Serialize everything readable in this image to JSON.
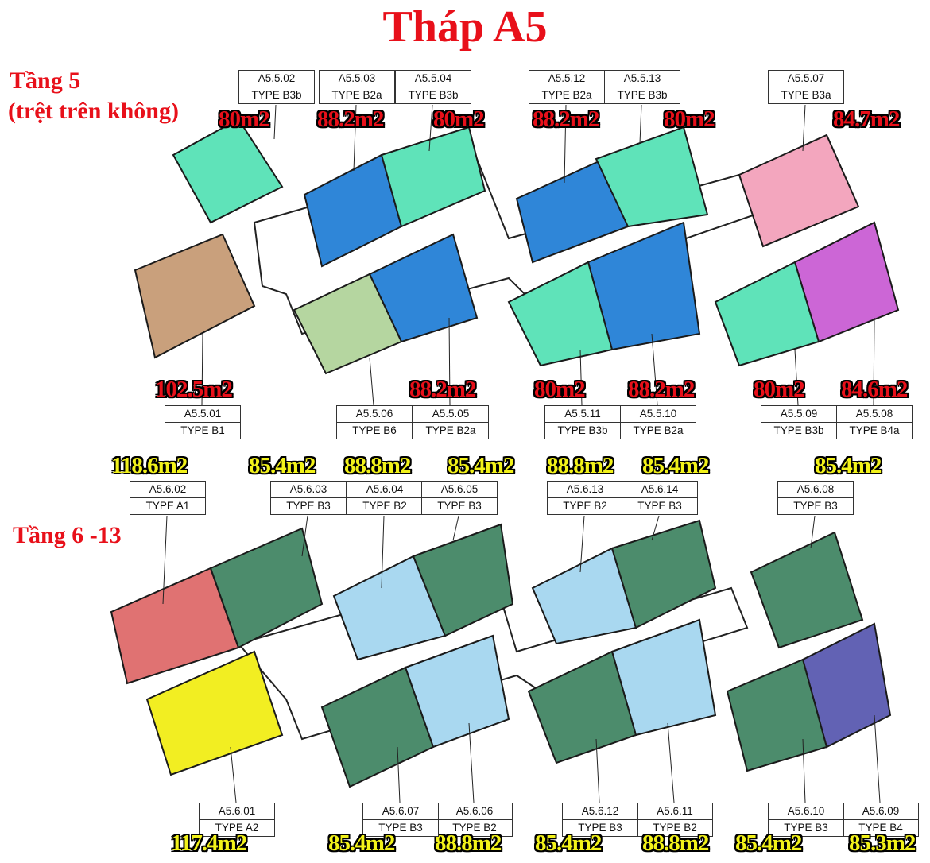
{
  "title": "Tháp A5",
  "floor5": {
    "label_line1": "Tầng 5",
    "label_line2": "(trệt trên không)",
    "units": [
      {
        "code": "A5.5.01",
        "type": "TYPE B1",
        "area": "102.5m2",
        "color": "#c9a07c"
      },
      {
        "code": "A5.5.02",
        "type": "TYPE B3b",
        "area": "80m2",
        "color": "#5fe3b9"
      },
      {
        "code": "A5.5.03",
        "type": "TYPE B2a",
        "area": "88.2m2",
        "color": "#2f86d8"
      },
      {
        "code": "A5.5.04",
        "type": "TYPE B3b",
        "area": "80m2",
        "color": "#5fe3b9"
      },
      {
        "code": "A5.5.05",
        "type": "TYPE B2a",
        "area": "88.2m2",
        "color": "#2f86d8"
      },
      {
        "code": "A5.5.06",
        "type": "TYPE B6",
        "area": "",
        "color": "#b5d6a0"
      },
      {
        "code": "A5.5.07",
        "type": "TYPE B3a",
        "area": "84.7m2",
        "color": "#f3a6be"
      },
      {
        "code": "A5.5.08",
        "type": "TYPE B4a",
        "area": "84.6m2",
        "color": "#cc66d6"
      },
      {
        "code": "A5.5.09",
        "type": "TYPE B3b",
        "area": "80m2",
        "color": "#5fe3b9"
      },
      {
        "code": "A5.5.10",
        "type": "TYPE B2a",
        "area": "88.2m2",
        "color": "#2f86d8"
      },
      {
        "code": "A5.5.11",
        "type": "TYPE B3b",
        "area": "80m2",
        "color": "#5fe3b9"
      },
      {
        "code": "A5.5.12",
        "type": "TYPE B2a",
        "area": "88.2m2",
        "color": "#2f86d8"
      },
      {
        "code": "A5.5.13",
        "type": "TYPE B3b",
        "area": "80m2",
        "color": "#5fe3b9"
      }
    ]
  },
  "floor6": {
    "label": "Tầng 6 -13",
    "units": [
      {
        "code": "A5.6.01",
        "type": "TYPE A2",
        "area": "117.4m2",
        "color": "#f2ee22"
      },
      {
        "code": "A5.6.02",
        "type": "TYPE A1",
        "area": "118.6m2",
        "color": "#e07272"
      },
      {
        "code": "A5.6.03",
        "type": "TYPE B3",
        "area": "85.4m2",
        "color": "#4c8c6c"
      },
      {
        "code": "A5.6.04",
        "type": "TYPE B2",
        "area": "88.8m2",
        "color": "#a9d8f0"
      },
      {
        "code": "A5.6.05",
        "type": "TYPE B3",
        "area": "85.4m2",
        "color": "#4c8c6c"
      },
      {
        "code": "A5.6.06",
        "type": "TYPE B2",
        "area": "88.8m2",
        "color": "#a9d8f0"
      },
      {
        "code": "A5.6.07",
        "type": "TYPE B3",
        "area": "85.4m2",
        "color": "#4c8c6c"
      },
      {
        "code": "A5.6.08",
        "type": "TYPE B3",
        "area": "85.4m2",
        "color": "#4c8c6c"
      },
      {
        "code": "A5.6.09",
        "type": "TYPE B4",
        "area": "85.3m2",
        "color": "#6262b4"
      },
      {
        "code": "A5.6.10",
        "type": "TYPE B3",
        "area": "85.4m2",
        "color": "#4c8c6c"
      },
      {
        "code": "A5.6.11",
        "type": "TYPE B2",
        "area": "88.8m2",
        "color": "#a9d8f0"
      },
      {
        "code": "A5.6.12",
        "type": "TYPE B3",
        "area": "85.4m2",
        "color": "#4c8c6c"
      },
      {
        "code": "A5.6.13",
        "type": "TYPE B2",
        "area": "88.8m2",
        "color": "#a9d8f0"
      },
      {
        "code": "A5.6.14",
        "type": "TYPE B3",
        "area": "85.4m2",
        "color": "#4c8c6c"
      }
    ]
  }
}
